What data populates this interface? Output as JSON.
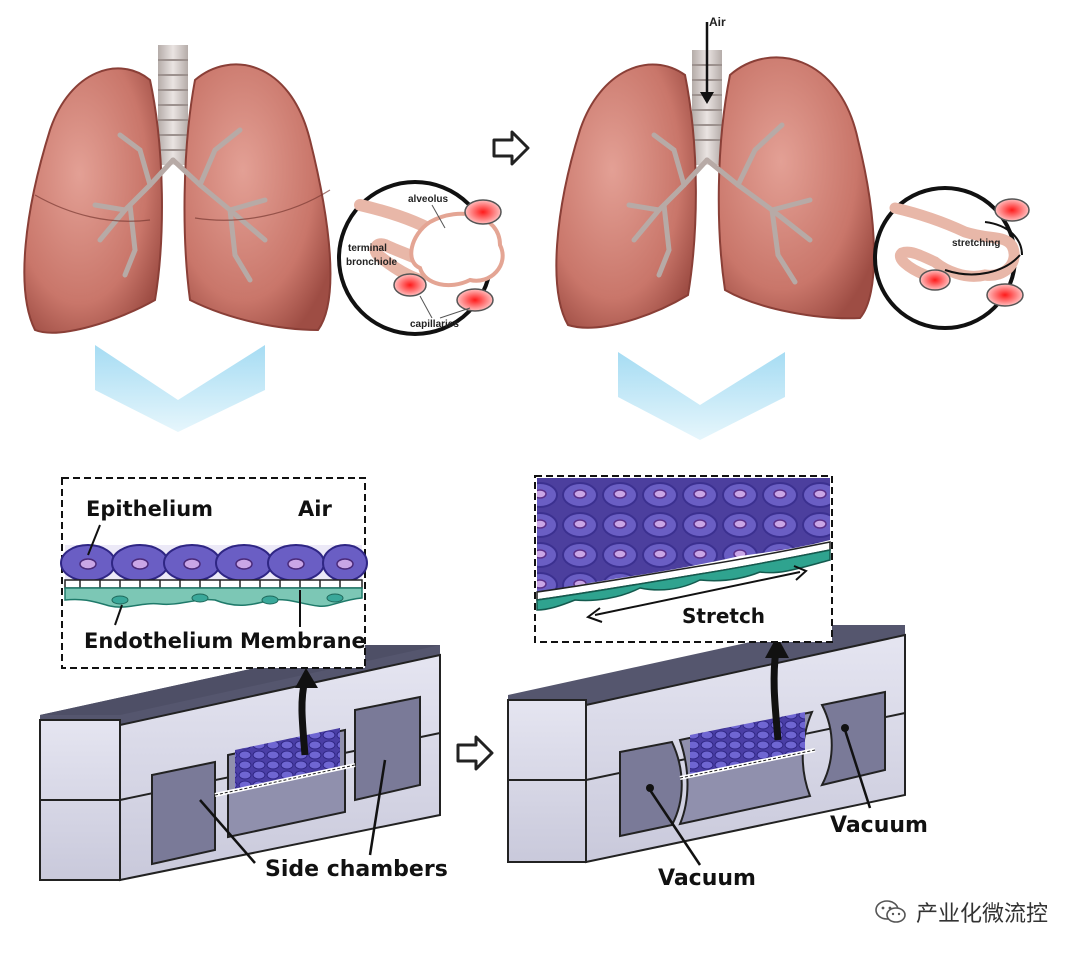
{
  "top_left": {
    "callout": {
      "alveolus": "alveolus",
      "terminal": "terminal",
      "bronchiole": "bronchiole",
      "capillaries": "capillaries"
    }
  },
  "top_right": {
    "air": "Air",
    "callout": {
      "stretching": "stretching"
    }
  },
  "bottom_left": {
    "inset": {
      "epithelium": "Epithelium",
      "air": "Air",
      "endothelium": "Endothelium",
      "membrane": "Membrane"
    },
    "side_chambers": "Side chambers"
  },
  "bottom_right": {
    "inset": {
      "stretch": "Stretch"
    },
    "vacuum_left": "Vacuum",
    "vacuum_right": "Vacuum"
  },
  "watermark": {
    "text": "产业化微流控",
    "logo": "wechat-logo"
  },
  "colors": {
    "lung_fill": "#c9766a",
    "lung_dark": "#9e4d44",
    "trachea": "#cfc7c4",
    "chevron": "#bfe7f7",
    "cell_purple": "#5b4fb0",
    "endothelium_green": "#3aa89a",
    "device_top": "#55566e",
    "device_side": "#dadaea"
  }
}
